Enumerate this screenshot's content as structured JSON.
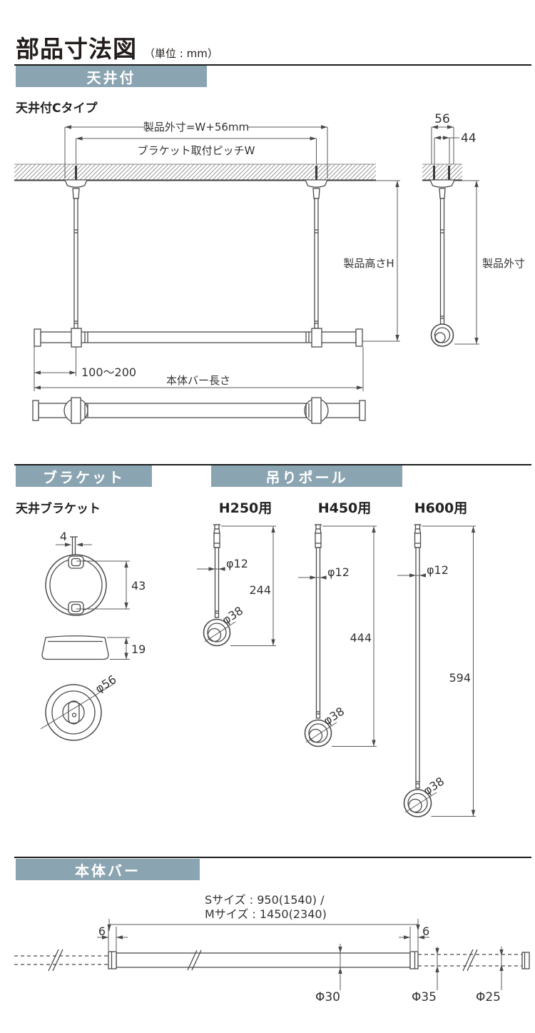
{
  "header": {
    "title": "部品寸法図",
    "unit": "（単位 : mm）"
  },
  "bands": {
    "ceiling": "天井付",
    "bracket": "ブラケット",
    "pole": "吊りポール",
    "bar": "本体バー"
  },
  "ceiling_section": {
    "subtitle": "天井付Cタイプ",
    "front": {
      "dim_outer": "製品外寸=W+56mm",
      "dim_pitch": "ブラケット取付ピッチW",
      "dim_height": "製品高さH",
      "dim_end_offset": "100〜200",
      "dim_bar_length": "本体バー長さ"
    },
    "side": {
      "dim_width": "56",
      "dim_pitch": "44",
      "dim_outer": "製品外寸"
    }
  },
  "bracket_section": {
    "subtitle": "天井ブラケット",
    "dims": {
      "screw_width": "4",
      "body_height": "43",
      "base_height": "19",
      "base_diameter": "φ56"
    }
  },
  "pole_section": {
    "poles": [
      {
        "label": "H250用",
        "shaft_diameter": "φ12",
        "length": "244",
        "ring_diameter": "φ38"
      },
      {
        "label": "H450用",
        "shaft_diameter": "φ12",
        "length": "444",
        "ring_diameter": "φ38"
      },
      {
        "label": "H600用",
        "shaft_diameter": "φ12",
        "length": "594",
        "ring_diameter": "φ38"
      }
    ]
  },
  "bar_section": {
    "size_note_line1": "Sサイズ : 950(1540) /",
    "size_note_line2": "Mサイズ : 1450(2340)",
    "dim_cap_left": "6",
    "dim_cap_right": "6",
    "dim_main_diameter": "Φ30",
    "dim_sleeve_diameter": "Φ35",
    "dim_pipe_diameter": "Φ25"
  },
  "colors": {
    "band_bg": "#8ba4b2",
    "band_text": "#ffffff",
    "line": "#4a4a4a",
    "text": "#333333"
  }
}
